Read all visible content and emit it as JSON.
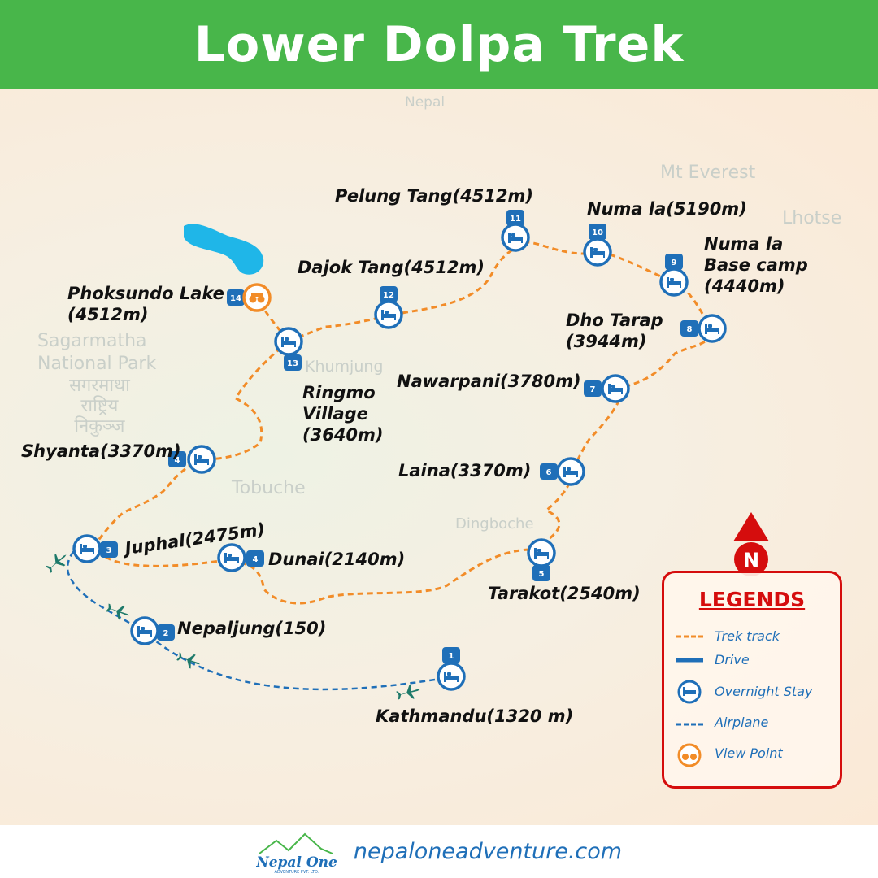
{
  "title": "Lower Dolpa Trek",
  "background_labels": {
    "nepal": "Nepal",
    "everest": "Mt Everest",
    "sagarmatha": "Sagarmatha\nNational Park",
    "sagarmatha_np": "सगरमाथा\nराष्ट्रिय\nनिकुञ्ज",
    "khumjung": "Khumjung",
    "tobuche": "Tobuche",
    "dingboche": "Dingboche",
    "lhotse": "Lhotse"
  },
  "stops": [
    {
      "number": "1",
      "label": "Kathmandu(1320 m)",
      "type": "overnight"
    },
    {
      "number": "2",
      "label": "Nepaljung(150)",
      "type": "overnight"
    },
    {
      "number": "3",
      "label": "Juphal(2475m)",
      "type": "overnight"
    },
    {
      "number": "4",
      "label": "Dunai(2140m)",
      "type": "overnight"
    },
    {
      "number": "4",
      "label": "Shyanta(3370m)",
      "type": "overnight"
    },
    {
      "number": "5",
      "label": "Tarakot(2540m)",
      "type": "overnight"
    },
    {
      "number": "6",
      "label": "Laina(3370m)",
      "type": "overnight"
    },
    {
      "number": "7",
      "label": "Nawarpani(3780m)",
      "type": "overnight"
    },
    {
      "number": "8",
      "label": "Dho Tarap\n(3944m)",
      "type": "overnight"
    },
    {
      "number": "9",
      "label": "Numa la\nBase camp\n(4440m)",
      "type": "overnight"
    },
    {
      "number": "10",
      "label": "Numa la(5190m)",
      "type": "overnight"
    },
    {
      "number": "11",
      "label": "Pelung Tang(4512m)",
      "type": "overnight"
    },
    {
      "number": "12",
      "label": "Dajok Tang(4512m)",
      "type": "overnight"
    },
    {
      "number": "13",
      "label": "Ringmo\nVillage\n(3640m)",
      "type": "overnight"
    },
    {
      "number": "14",
      "label": "Phoksundo Lake\n(4512m)",
      "type": "viewpoint"
    }
  ],
  "legend": {
    "title": "LEGENDS",
    "items": [
      {
        "label": "Trek track",
        "icon": "orange-dashed-line"
      },
      {
        "label": "Drive",
        "icon": "blue-solid-line"
      },
      {
        "label": "Overnight Stay",
        "icon": "bed-icon"
      },
      {
        "label": "Airplane",
        "icon": "blue-dashed-line"
      },
      {
        "label": "View Point",
        "icon": "binoculars-icon"
      }
    ]
  },
  "north": "N",
  "footer": {
    "website": "nepaloneadventure.com",
    "logo_text": "Nepal One ADVENTURE PVT. LTD."
  },
  "colors": {
    "header": "#48b64a",
    "trek": "#f28c28",
    "route_blue": "#1f6fb8",
    "legend_red": "#d50d0d",
    "lake": "#1fb6e8",
    "viewpoint": "#f28c28"
  }
}
